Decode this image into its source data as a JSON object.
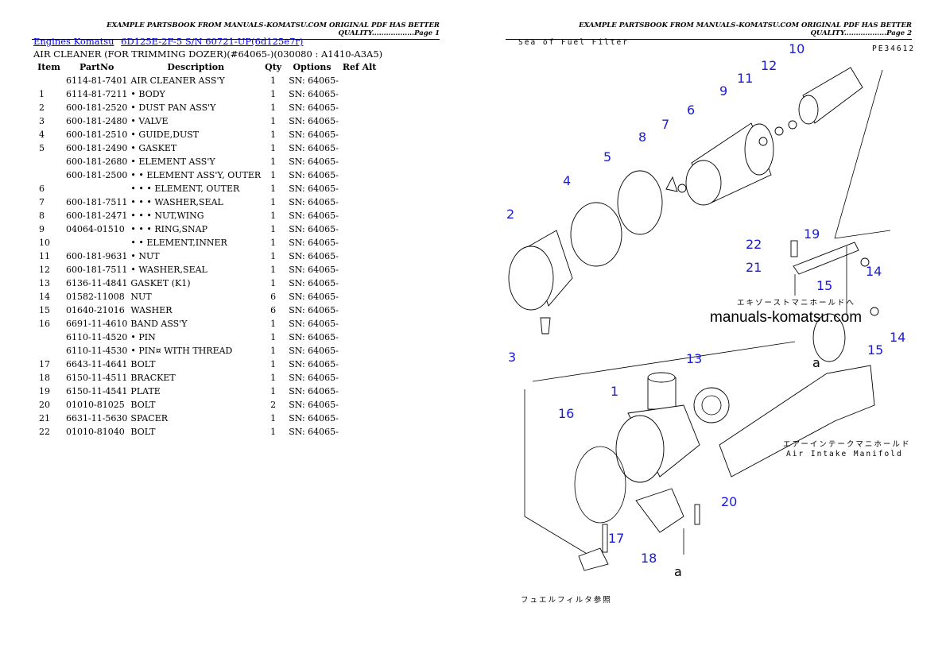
{
  "page1": {
    "header": "EXAMPLE PARTSBOOK FROM MANUALS-KOMATSU.COM ORIGINAL PDF HAS BETTER QUALITY..................Page 1",
    "breadcrumb": [
      "Engines Komatsu",
      "6D125E-2F-5 S/N 60721-UP(6d125e7r)"
    ],
    "subtitle": "AIR CLEANER (FOR TRIMMING DOZER)(#64065-)(030080 : A1410-A3A5)",
    "columns": [
      "Item",
      "PartNo",
      "Description",
      "Qty",
      "Options",
      "Ref Alt"
    ],
    "rows": [
      [
        "",
        "6114-81-7401",
        "AIR CLEANER ASS'Y",
        "1",
        "SN: 64065-"
      ],
      [
        "1",
        "6114-81-7211",
        "• BODY",
        "1",
        "SN: 64065-"
      ],
      [
        "2",
        "600-181-2520",
        "• DUST PAN ASS'Y",
        "1",
        "SN: 64065-"
      ],
      [
        "3",
        "600-181-2480",
        "• VALVE",
        "1",
        "SN: 64065-"
      ],
      [
        "4",
        "600-181-2510",
        "• GUIDE,DUST",
        "1",
        "SN: 64065-"
      ],
      [
        "5",
        "600-181-2490",
        "• GASKET",
        "1",
        "SN: 64065-"
      ],
      [
        "",
        "600-181-2680",
        "• ELEMENT ASS'Y",
        "1",
        "SN: 64065-"
      ],
      [
        "",
        "600-181-2500",
        "• • ELEMENT ASS'Y, OUTER",
        "1",
        "SN: 64065-"
      ],
      [
        "6",
        "",
        "• • • ELEMENT, OUTER",
        "1",
        "SN: 64065-"
      ],
      [
        "7",
        "600-181-7511",
        "• • • WASHER,SEAL",
        "1",
        "SN: 64065-"
      ],
      [
        "8",
        "600-181-2471",
        "• • • NUT,WING",
        "1",
        "SN: 64065-"
      ],
      [
        "9",
        "04064-01510",
        "• • • RING,SNAP",
        "1",
        "SN: 64065-"
      ],
      [
        "10",
        "",
        "• • ELEMENT,INNER",
        "1",
        "SN: 64065-"
      ],
      [
        "11",
        "600-181-9631",
        "• NUT",
        "1",
        "SN: 64065-"
      ],
      [
        "12",
        "600-181-7511",
        "• WASHER,SEAL",
        "1",
        "SN: 64065-"
      ],
      [
        "13",
        "6136-11-4841",
        "GASKET (K1)",
        "1",
        "SN: 64065-"
      ],
      [
        "14",
        "01582-11008",
        "NUT",
        "6",
        "SN: 64065-"
      ],
      [
        "15",
        "01640-21016",
        "WASHER",
        "6",
        "SN: 64065-"
      ],
      [
        "16",
        "6691-11-4610",
        "BAND ASS'Y",
        "1",
        "SN: 64065-"
      ],
      [
        "",
        "6110-11-4520",
        "• PIN",
        "1",
        "SN: 64065-"
      ],
      [
        "",
        "6110-11-4530",
        "• PIN¤ WITH THREAD",
        "1",
        "SN: 64065-"
      ],
      [
        "17",
        "6643-11-4641",
        "BOLT",
        "1",
        "SN: 64065-"
      ],
      [
        "18",
        "6150-11-4511",
        "BRACKET",
        "1",
        "SN: 64065-"
      ],
      [
        "19",
        "6150-11-4541",
        "PLATE",
        "1",
        "SN: 64065-"
      ],
      [
        "20",
        "01010-81025",
        "BOLT",
        "2",
        "SN: 64065-"
      ],
      [
        "21",
        "6631-11-5630",
        "SPACER",
        "1",
        "SN: 64065-"
      ],
      [
        "22",
        "01010-81040",
        "BOLT",
        "1",
        "SN: 64065-"
      ]
    ]
  },
  "page2": {
    "header": "EXAMPLE PARTSBOOK FROM MANUALS-KOMATSU.COM ORIGINAL PDF HAS BETTER QUALITY..................Page 2",
    "diagram": {
      "note": "Sea of Fuel Filter",
      "code": "PE34612",
      "watermark": "manuals-komatsu.com",
      "exhaust_label": "エキゾーストマニホールドへ",
      "intake_label_jp": "エアーインテークマニホールド",
      "intake_label_en": "Air Intake Manifold",
      "fuel_filter_label": "フュエルフィルタ参照",
      "callouts": [
        "10",
        "12",
        "11",
        "9",
        "6",
        "7",
        "8",
        "5",
        "4",
        "2",
        "3",
        "22",
        "19",
        "21",
        "14",
        "15",
        "14",
        "15",
        "13",
        "1",
        "16",
        "20",
        "17",
        "18",
        "a",
        "a"
      ]
    }
  }
}
